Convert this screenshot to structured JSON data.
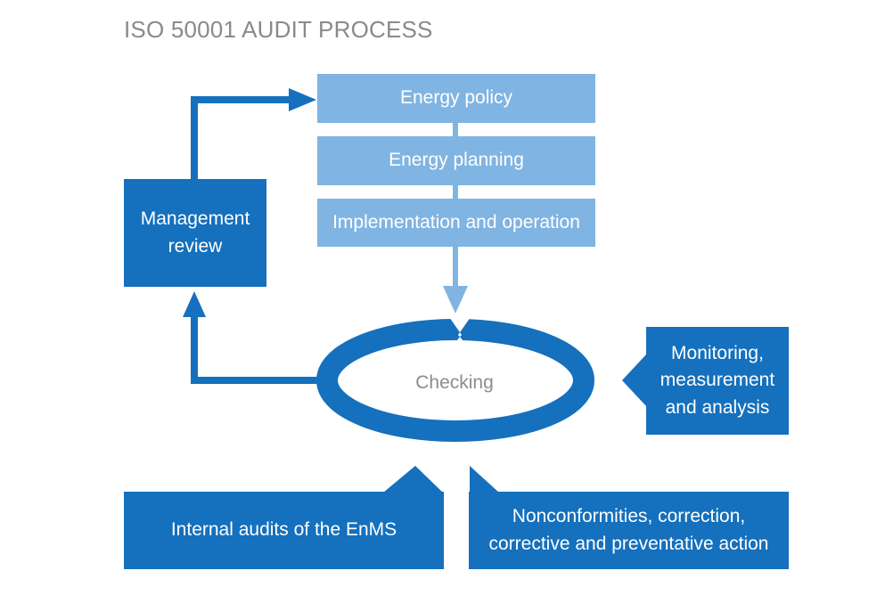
{
  "title": "ISO 50001 AUDIT PROCESS",
  "steps": [
    {
      "label": "Energy policy"
    },
    {
      "label": "Energy planning"
    },
    {
      "label": "Implementation and operation"
    }
  ],
  "management_review": "Management review",
  "checking": "Checking",
  "monitoring": "Monitoring, measurement and analysis",
  "internal_audits": "Internal audits of the EnMS",
  "nonconformities": "Nonconformities, correction, corrective and preventative action",
  "colors": {
    "light_blue": "#80b4e2",
    "dark_blue": "#1570bd",
    "title_gray": "#8a8a8a"
  }
}
